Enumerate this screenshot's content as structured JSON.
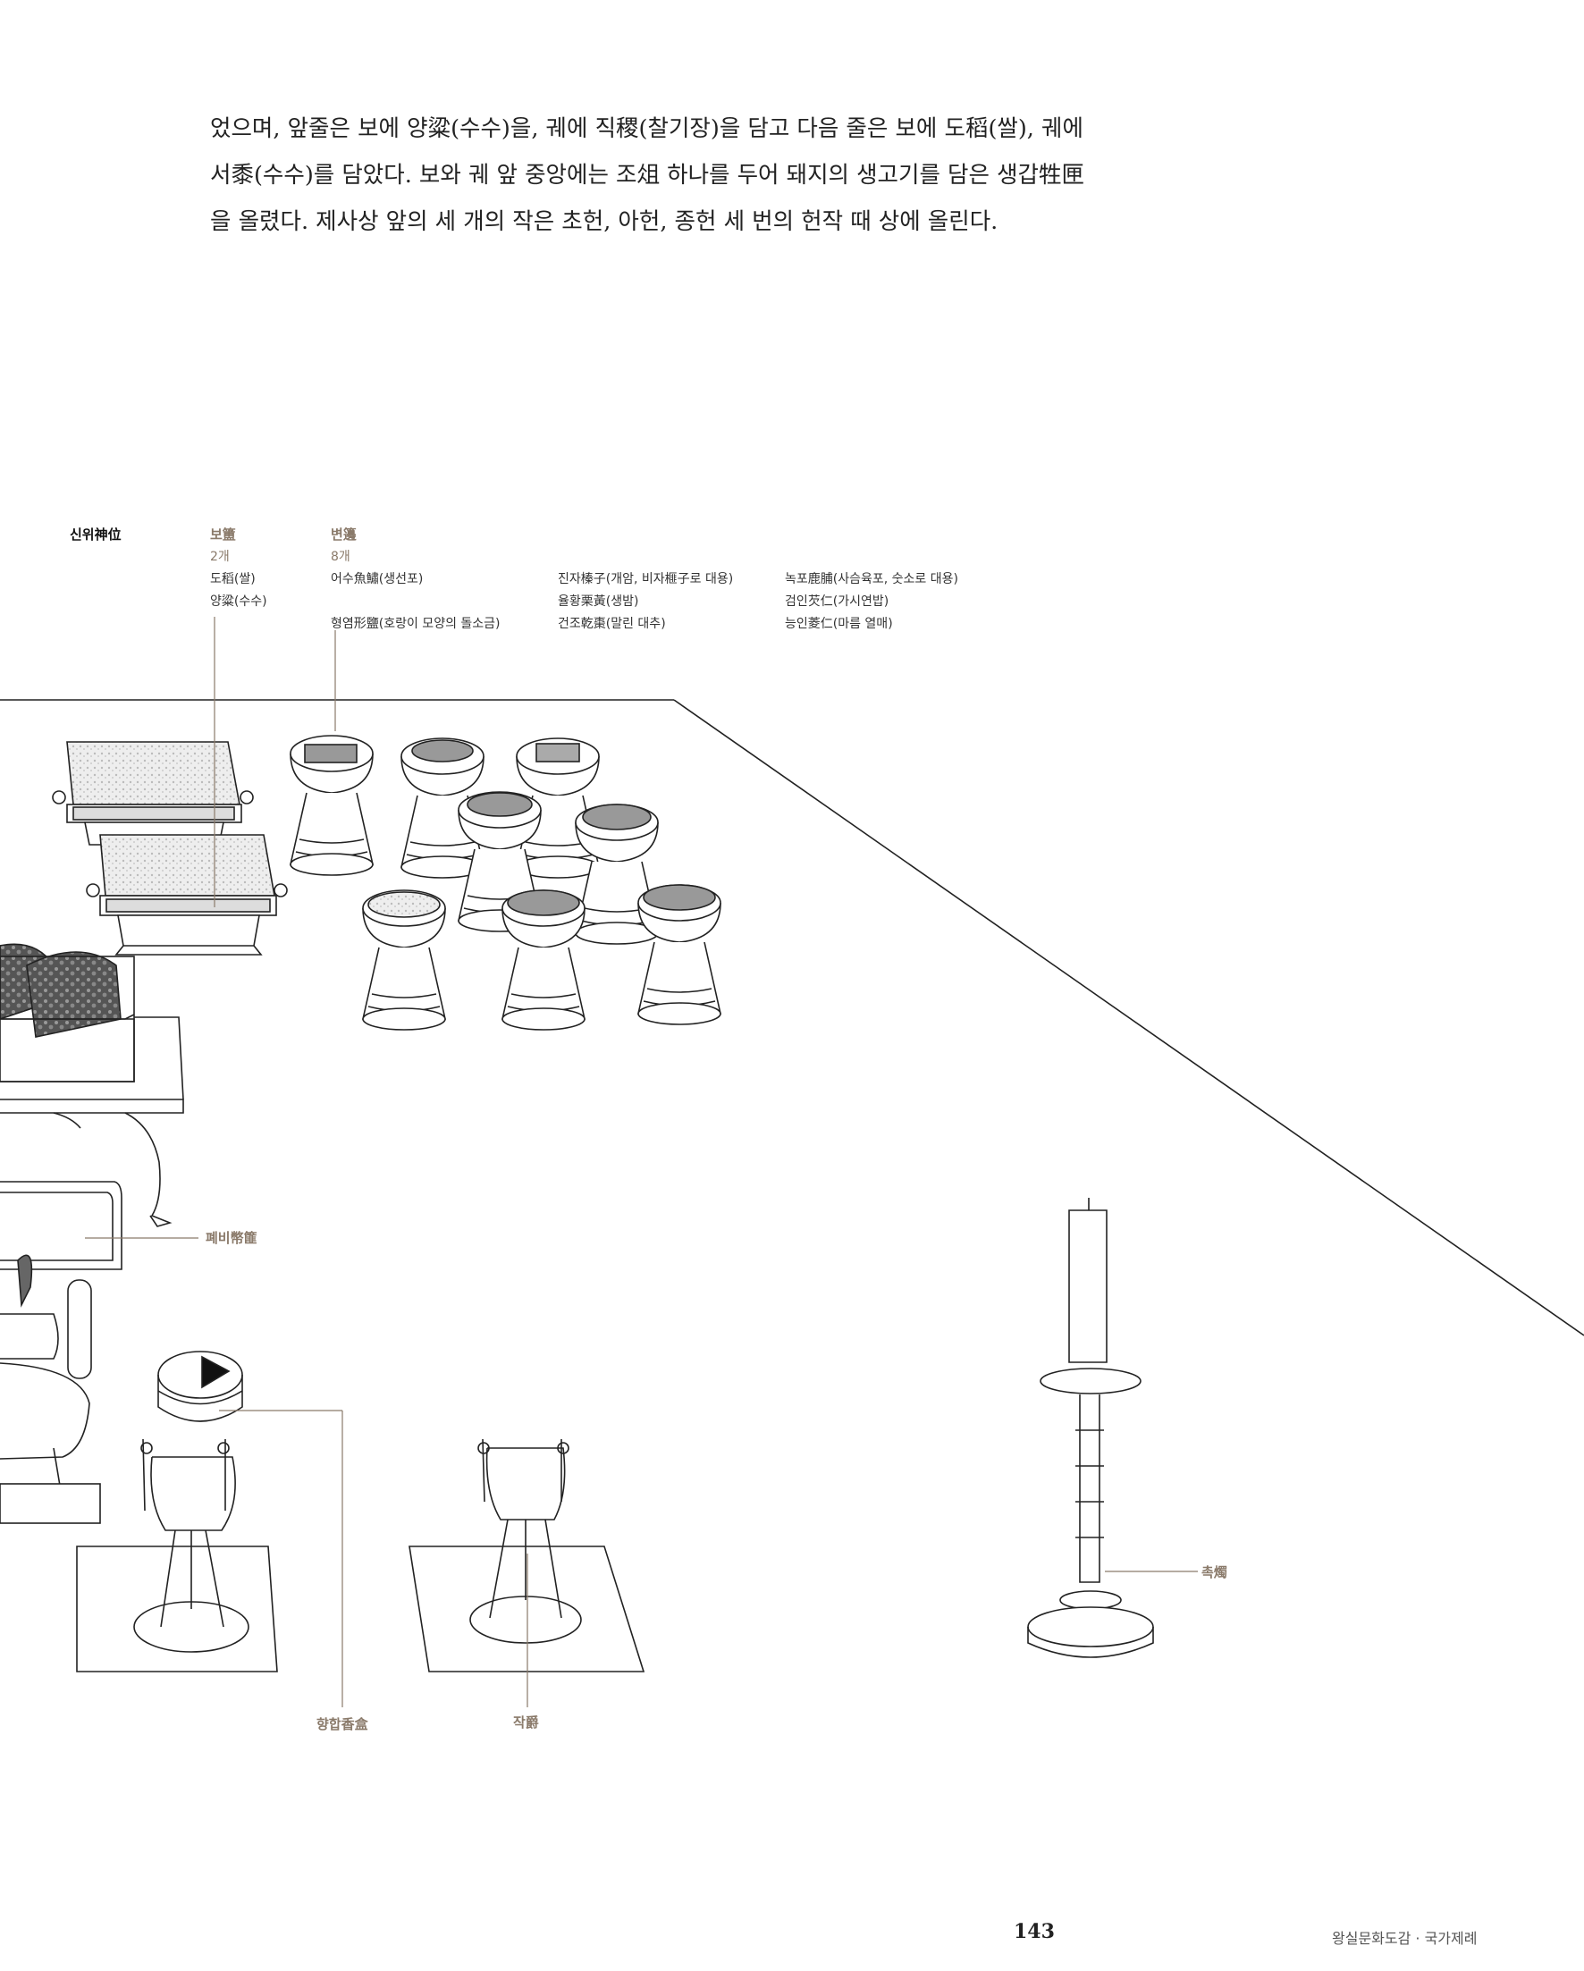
{
  "body_text": {
    "line1": "었으며, 앞줄은 보에 양粱(수수)을, 궤에 직稷(찰기장)을 담고 다음 줄은 보에 도稻(쌀), 궤에",
    "line2": "서黍(수수)를 담았다. 보와 궤 앞 중앙에는 조俎 하나를 두어 돼지의 생고기를 담은 생갑牲匣",
    "line3": "을 올렸다. 제사상 앞의 세 개의 작은 초헌, 아헌, 종헌 세 번의 헌작 때 상에 올린다."
  },
  "legend": {
    "sinwi": "신위神位",
    "bo": {
      "title": "보簠",
      "count": "2개",
      "items": [
        "도稻(쌀)",
        "양粱(수수)"
      ]
    },
    "byeon": {
      "title": "변籩",
      "count": "8개",
      "col1": [
        "어수魚鱐(생선포)",
        "",
        "형염形鹽(호랑이 모양의 돌소금)"
      ],
      "col2": [
        "진자榛子(개암, 비자榧子로 대용)",
        "율황栗黃(생밤)",
        "건조乾棗(말린 대추)"
      ],
      "col3": [
        "녹포鹿脯(사슴육포, 숫소로 대용)",
        "검인芡仁(가시연밥)",
        "능인菱仁(마름 열매)"
      ]
    }
  },
  "callouts": {
    "pyebi": "폐비幣篚",
    "hyanghap": "향합香盒",
    "jak": "작爵",
    "chok": "촉燭"
  },
  "footer": {
    "page_number": "143",
    "running_title": "왕실문화도감 · 국가제례"
  }
}
